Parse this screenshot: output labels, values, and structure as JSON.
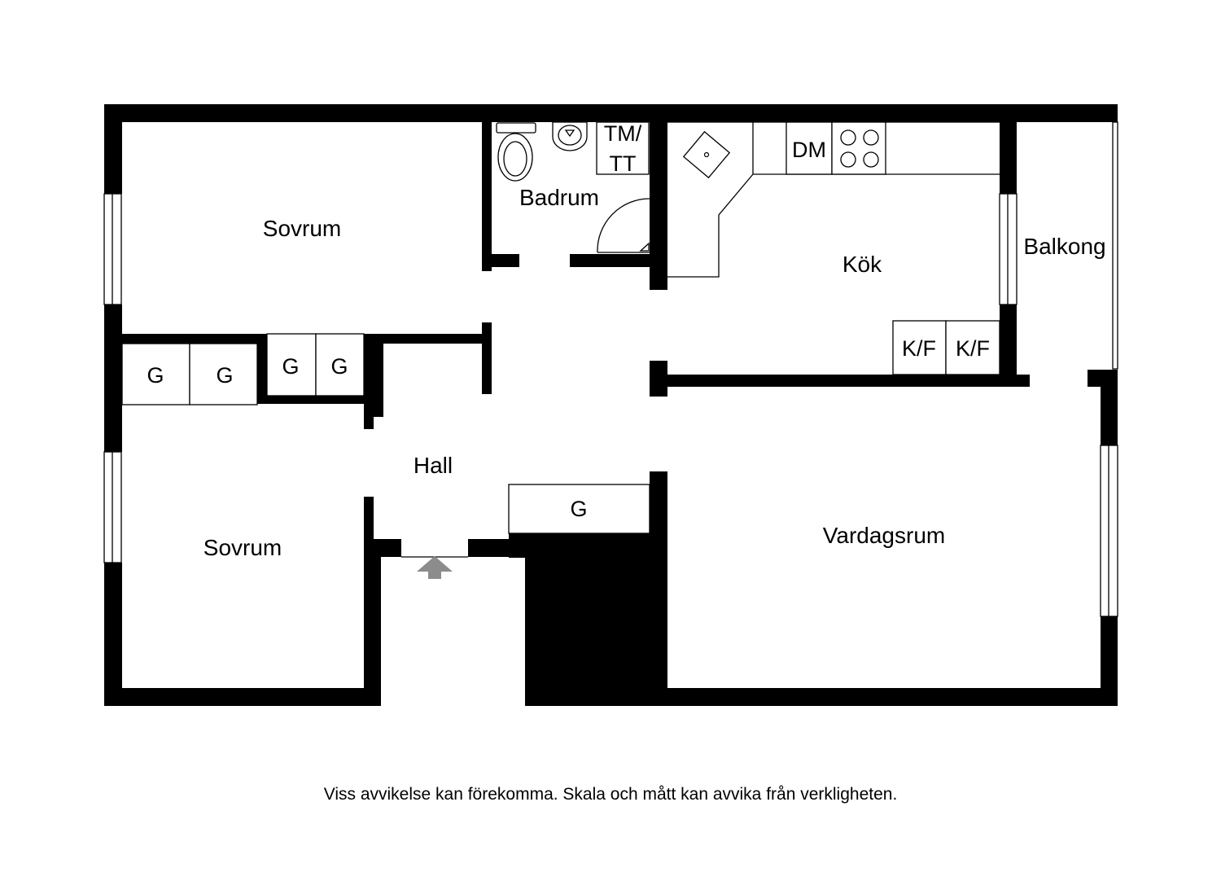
{
  "rooms": {
    "sovrum_top": "Sovrum",
    "sovrum_bottom": "Sovrum",
    "badrum": "Badrum",
    "kok": "Kök",
    "balkong": "Balkong",
    "hall": "Hall",
    "vardagsrum": "Vardagsrum"
  },
  "fixtures": {
    "wardrobe": "G",
    "dishwasher": "DM",
    "washer_line1": "TM/",
    "washer_line2": "TT",
    "fridge_freezer": "K/F"
  },
  "entrance_icon": "entrance-arrow-icon",
  "disclaimer": "Viss avvikelse kan förekomma. Skala och mått kan avvika från verkligheten."
}
